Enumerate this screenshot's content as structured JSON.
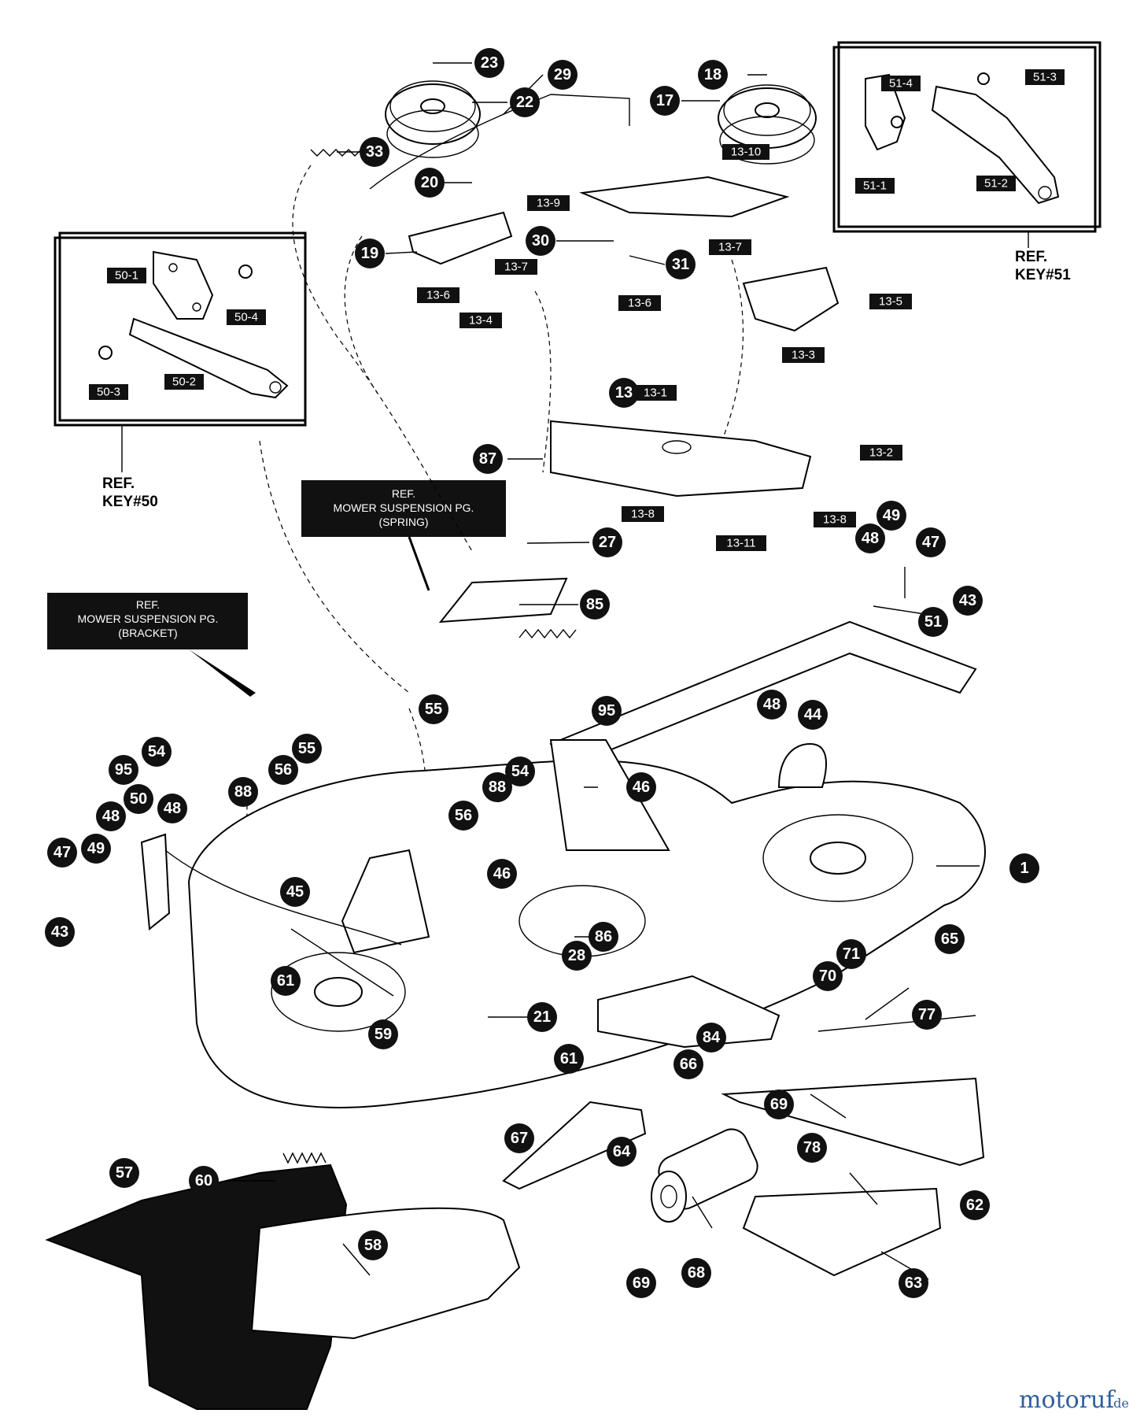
{
  "callouts_circle": [
    "23",
    "22",
    "29",
    "18",
    "17",
    "33",
    "20",
    "19",
    "30",
    "31",
    "87",
    "27",
    "85",
    "48",
    "49",
    "47",
    "43",
    "51",
    "55",
    "95",
    "54",
    "56",
    "88",
    "44",
    "46",
    "1",
    "50",
    "45",
    "86",
    "28",
    "21",
    "61",
    "59",
    "65",
    "71",
    "70",
    "77",
    "84",
    "66",
    "69",
    "78",
    "67",
    "64",
    "62",
    "68",
    "63",
    "57",
    "60",
    "58"
  ],
  "callouts_box": [
    "13-10",
    "13-9",
    "13-7",
    "13-6",
    "13-4",
    "13-5",
    "13-3",
    "13-1",
    "13-2",
    "13-8",
    "13-11",
    "50-1",
    "50-4",
    "50-3",
    "50-2",
    "51-4",
    "51-3",
    "51-1",
    "51-2"
  ],
  "ref_key_50": {
    "line1": "REF.",
    "line2": "KEY#50"
  },
  "ref_key_51": {
    "line1": "REF.",
    "line2": "KEY#51"
  },
  "banner_spring": {
    "line1": "REF.",
    "line2": "MOWER SUSPENSION PG.",
    "line3": "(SPRING)"
  },
  "banner_bracket": {
    "line1": "REF.",
    "line2": "MOWER SUSPENSION PG.",
    "line3": "(BRACKET)"
  },
  "watermark": {
    "main": "motoruf",
    "suffix": ".de"
  }
}
